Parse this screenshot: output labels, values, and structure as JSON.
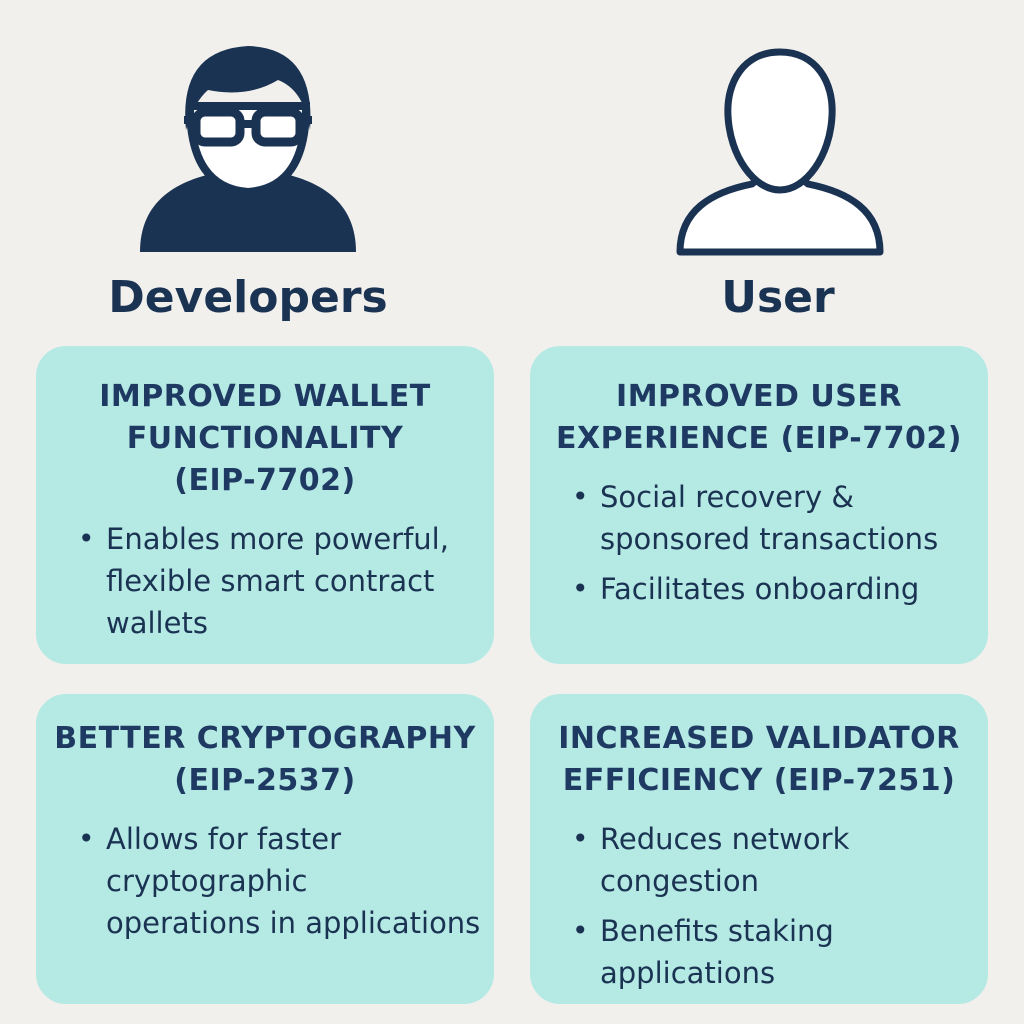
{
  "personas": {
    "developers": {
      "label": "Developers",
      "icon": "developer-person-with-glasses-icon"
    },
    "user": {
      "label": "User",
      "icon": "user-person-outline-icon"
    }
  },
  "cards": [
    {
      "title_lines": [
        "IMPROVED WALLET",
        "FUNCTIONALITY",
        "(EIP-7702)"
      ],
      "bullets": [
        [
          "Enables more powerful,",
          "flexible smart contract",
          "wallets"
        ]
      ]
    },
    {
      "title_lines": [
        "IMPROVED USER",
        "EXPERIENCE (EIP-7702)"
      ],
      "bullets": [
        [
          "Social recovery &",
          "sponsored transactions"
        ],
        [
          "Facilitates onboarding"
        ]
      ]
    },
    {
      "title_lines": [
        "BETTER CRYPTOGRAPHY",
        "(EIP-2537)"
      ],
      "bullets": [
        [
          "Allows for faster",
          "cryptographic",
          "operations in applications"
        ]
      ]
    },
    {
      "title_lines": [
        "INCREASED VALIDATOR",
        "EFFICIENCY (EIP-7251)"
      ],
      "bullets": [
        [
          "Reduces network",
          "congestion"
        ],
        [
          "Benefits staking",
          "applications"
        ]
      ]
    }
  ],
  "colors": {
    "background": "#f1f0ed",
    "card": "#b5e9e4",
    "navy": "#1b3352",
    "title": "#1f3a62"
  }
}
